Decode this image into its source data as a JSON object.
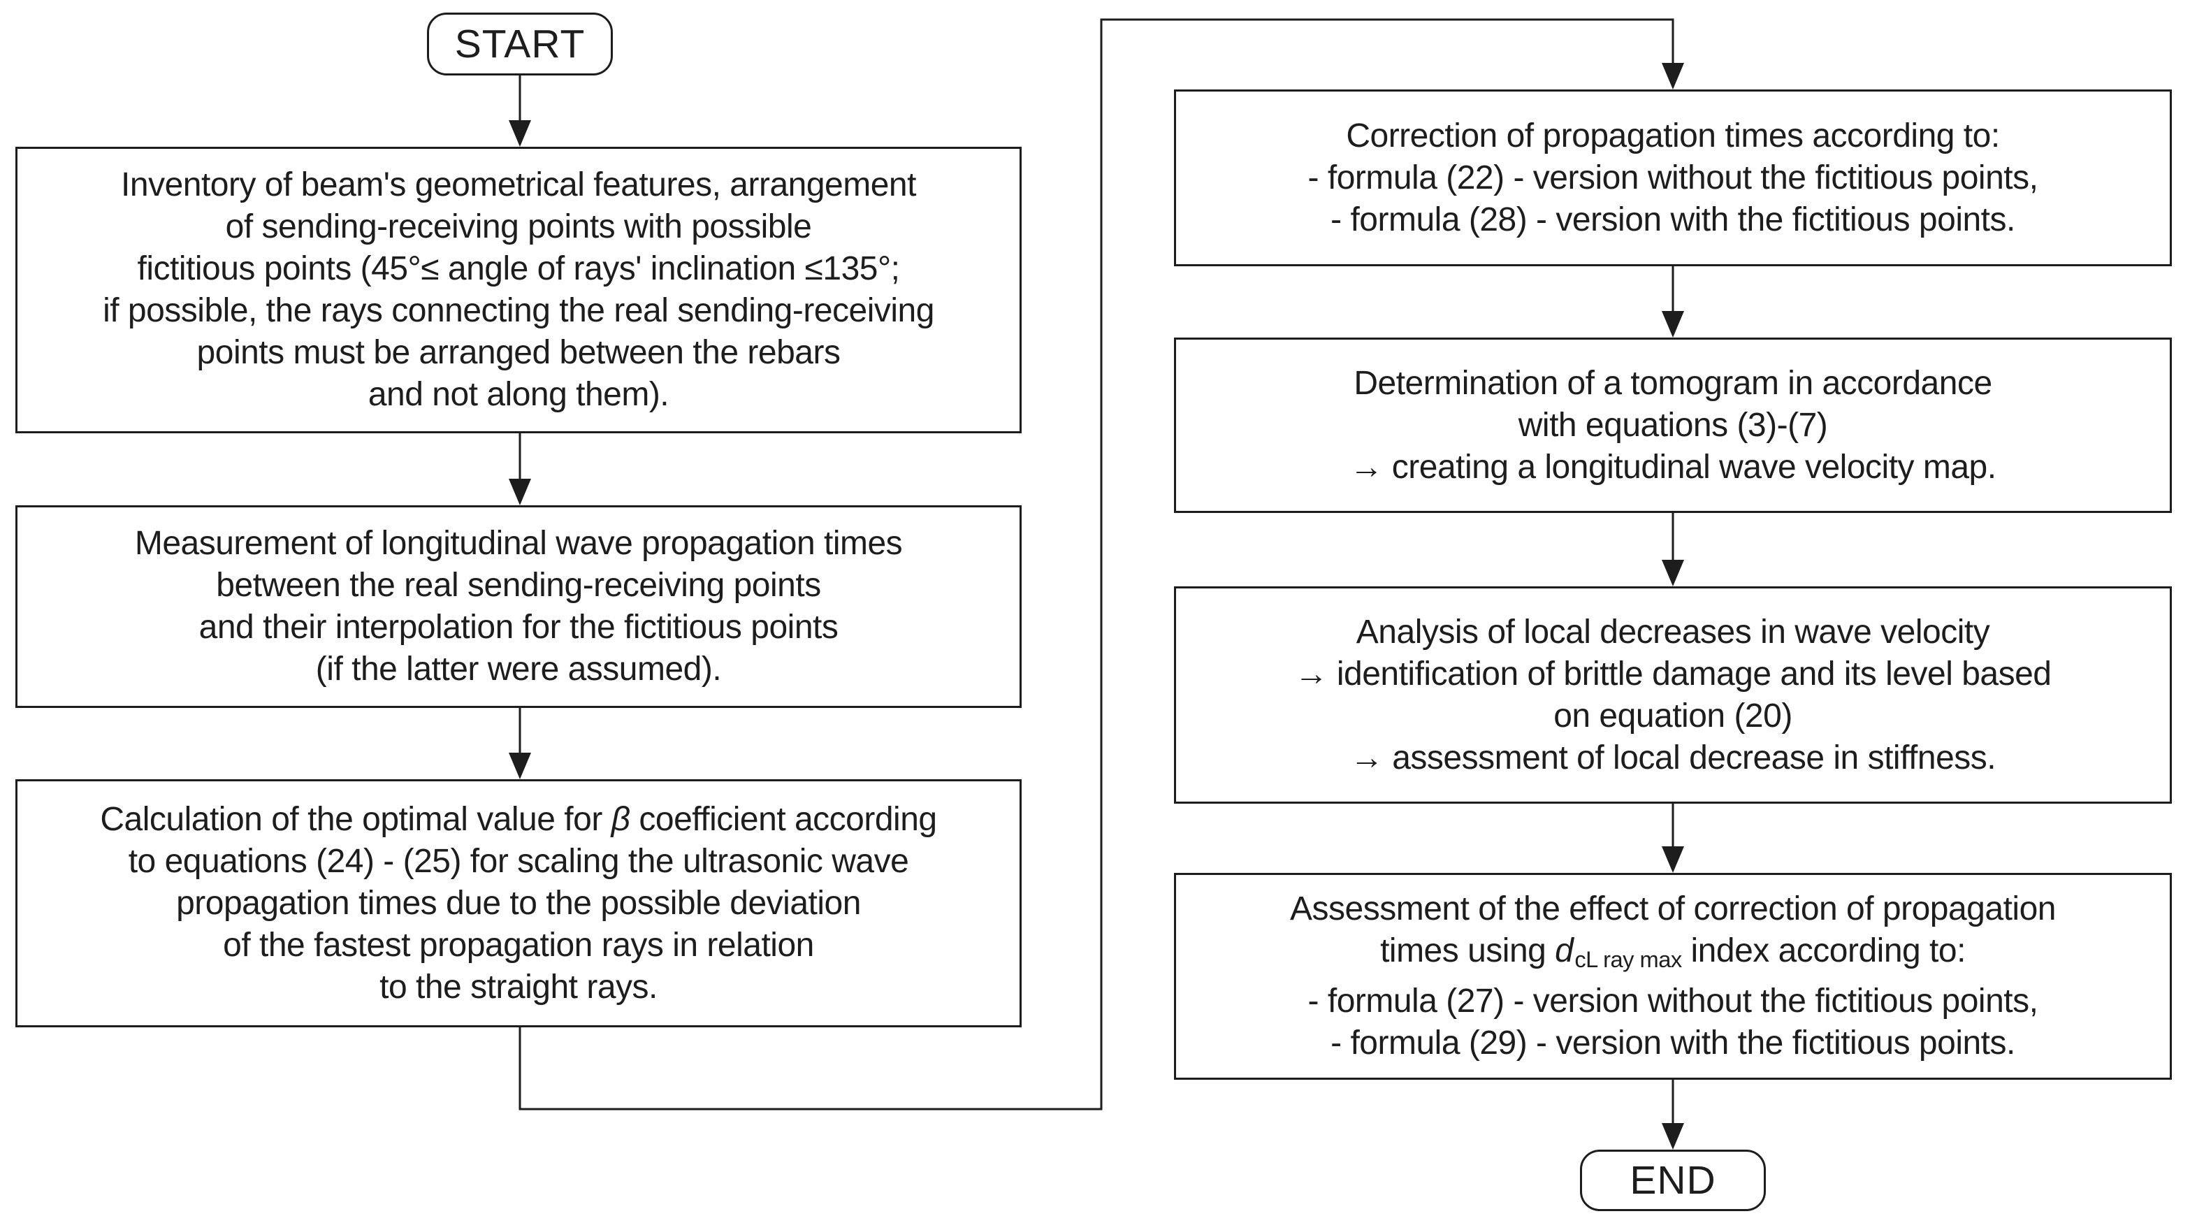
{
  "colors": {
    "ink": "#1d1d1d",
    "background": "#ffffff"
  },
  "flowchart": {
    "start_label": "START",
    "end_label": "END",
    "boxes": [
      {
        "id": "inventory",
        "lines": [
          "Inventory of beam's geometrical features, arrangement",
          "of sending-receiving points with possible",
          "fictitious points (45°≤ angle of rays' inclination ≤135°;",
          "if possible, the rays connecting the real sending-receiving",
          "points must be arranged between the rebars",
          "and not along them)."
        ]
      },
      {
        "id": "measurement",
        "lines": [
          "Measurement of longitudinal wave propagation times",
          "between the real sending-receiving points",
          "and their interpolation for the fictitious points",
          "(if the latter were assumed)."
        ]
      },
      {
        "id": "beta-calculation",
        "lines": [
          [
            {
              "t": "Calculation of the optimal value for "
            },
            {
              "t": "β",
              "s": "i"
            },
            {
              "t": " coefficient according"
            }
          ],
          "to equations (24) - (25) for scaling the ultrasonic wave",
          "propagation times due to the possible deviation",
          "of the fastest propagation rays in relation",
          "to the straight rays."
        ]
      },
      {
        "id": "correction",
        "lines": [
          "Correction of propagation times according to:",
          "- formula (22) - version without the fictitious points,",
          "- formula (28) - version with the fictitious points."
        ]
      },
      {
        "id": "tomogram",
        "lines": [
          "Determination of a tomogram in accordance",
          "with equations (3)-(7)",
          "→ creating a longitudinal wave velocity map."
        ]
      },
      {
        "id": "analysis",
        "lines": [
          "Analysis of local decreases in wave velocity",
          "→ identification of brittle damage and its level based",
          "on equation (20)",
          "→ assessment of local decrease in stiffness."
        ]
      },
      {
        "id": "assessment",
        "lines": [
          "Assessment of the effect of correction of propagation",
          [
            {
              "t": "times using "
            },
            {
              "t": "d",
              "s": "i"
            },
            {
              "t": "cL ray max",
              "s": "sub"
            },
            {
              "t": " index according to:"
            }
          ],
          "- formula (27) - version without the fictitious points,",
          "- formula (29) - version with the fictitious points."
        ]
      }
    ]
  }
}
